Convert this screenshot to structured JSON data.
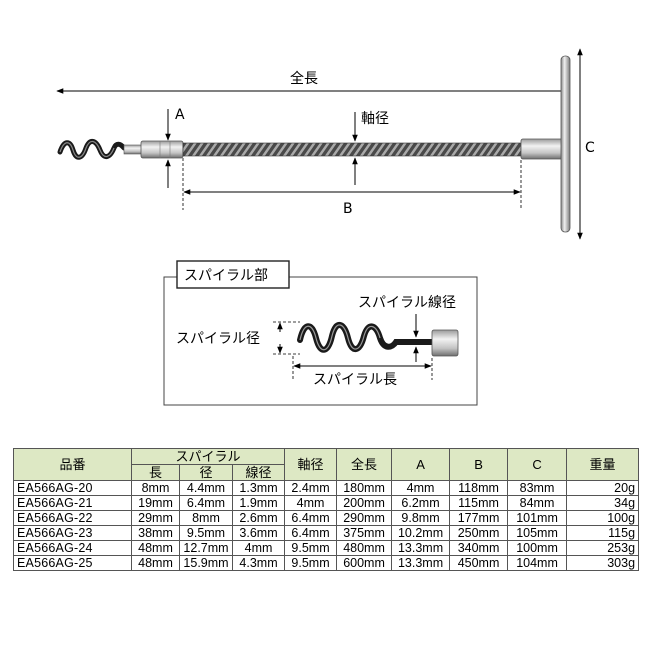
{
  "diagram": {
    "labels": {
      "total_length": "全長",
      "a": "A",
      "shaft_diameter": "軸径",
      "b": "B",
      "c": "C"
    },
    "inset": {
      "title": "スパイラル部",
      "wire_diameter": "スパイラル線径",
      "spiral_diameter": "スパイラル径",
      "spiral_length": "スパイラル長"
    }
  },
  "table": {
    "headers": {
      "model": "品番",
      "spiral": "スパイラル",
      "length": "長",
      "diameter": "径",
      "wire_diameter": "線径",
      "shaft": "軸径",
      "total": "全長",
      "a": "A",
      "b": "B",
      "c": "C",
      "weight": "重量"
    },
    "rows": [
      {
        "model": "EA566AG-20",
        "length": "8mm",
        "diameter": "4.4mm",
        "wire": "1.3mm",
        "shaft": "2.4mm",
        "total": "180mm",
        "a": "4mm",
        "b": "118mm",
        "c": "83mm",
        "weight": "20g"
      },
      {
        "model": "EA566AG-21",
        "length": "19mm",
        "diameter": "6.4mm",
        "wire": "1.9mm",
        "shaft": "4mm",
        "total": "200mm",
        "a": "6.2mm",
        "b": "115mm",
        "c": "84mm",
        "weight": "34g"
      },
      {
        "model": "EA566AG-22",
        "length": "29mm",
        "diameter": "8mm",
        "wire": "2.6mm",
        "shaft": "6.4mm",
        "total": "290mm",
        "a": "9.8mm",
        "b": "177mm",
        "c": "101mm",
        "weight": "100g"
      },
      {
        "model": "EA566AG-23",
        "length": "38mm",
        "diameter": "9.5mm",
        "wire": "3.6mm",
        "shaft": "6.4mm",
        "total": "375mm",
        "a": "10.2mm",
        "b": "250mm",
        "c": "105mm",
        "weight": "115g"
      },
      {
        "model": "EA566AG-24",
        "length": "48mm",
        "diameter": "12.7mm",
        "wire": "4mm",
        "shaft": "9.5mm",
        "total": "480mm",
        "a": "13.3mm",
        "b": "340mm",
        "c": "100mm",
        "weight": "253g"
      },
      {
        "model": "EA566AG-25",
        "length": "48mm",
        "diameter": "15.9mm",
        "wire": "4.3mm",
        "shaft": "9.5mm",
        "total": "600mm",
        "a": "13.3mm",
        "b": "450mm",
        "c": "104mm",
        "weight": "303g"
      }
    ]
  }
}
